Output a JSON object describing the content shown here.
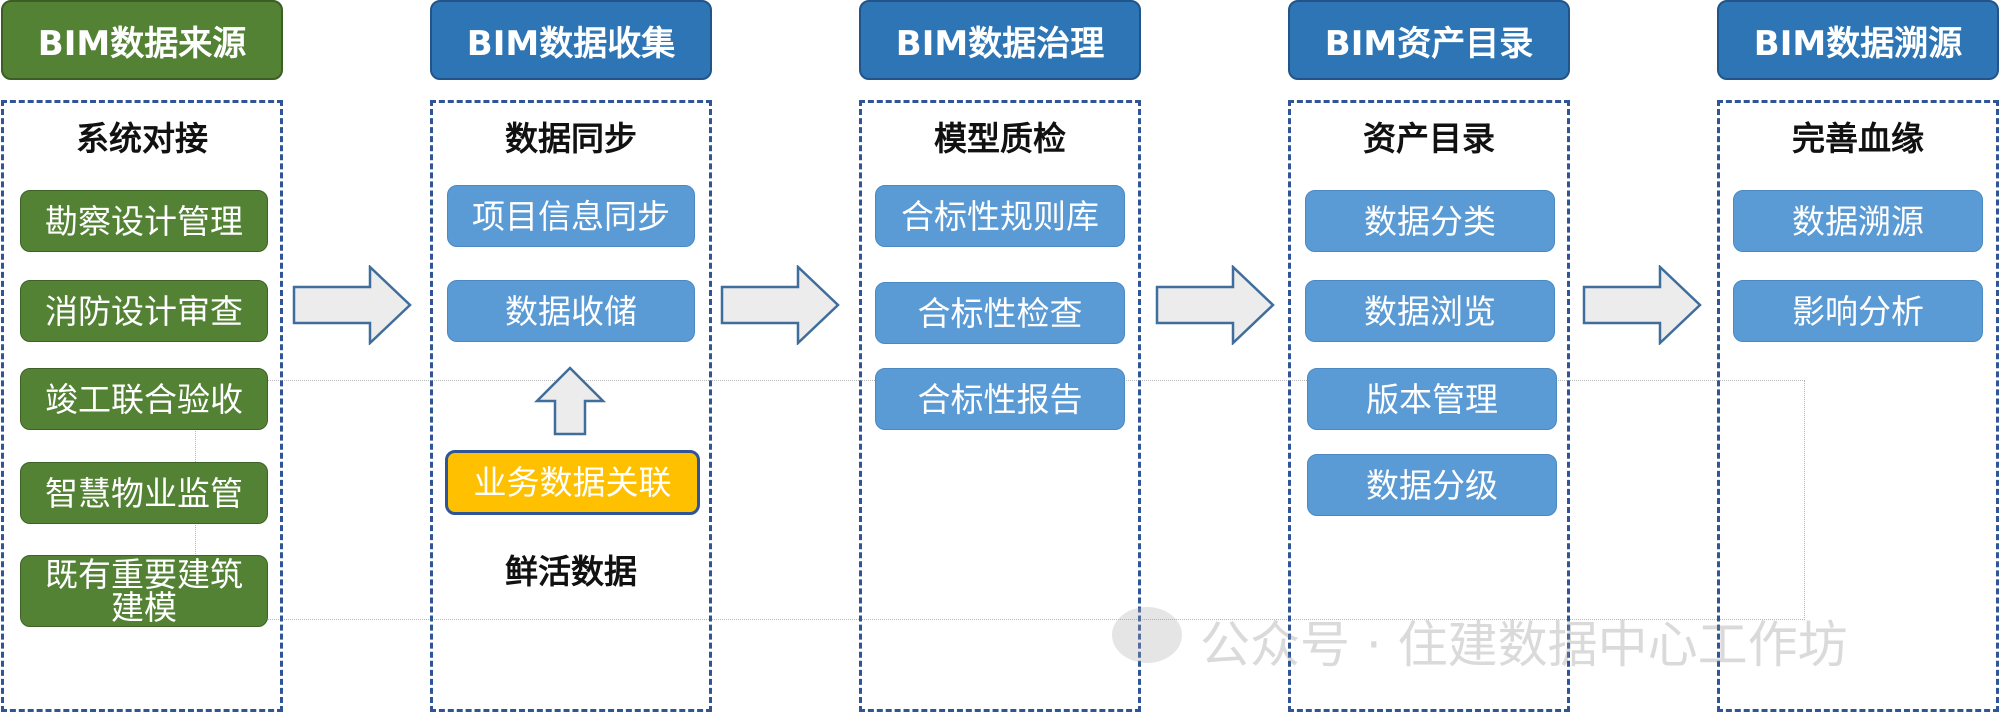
{
  "columns": [
    {
      "header": "BIM数据来源",
      "color": "#548235",
      "subtitle": "系统对接",
      "items": [
        "勘察设计管理",
        "消防设计审查",
        "竣工联合验收",
        "智慧物业监管",
        "既有重要建筑建模"
      ]
    },
    {
      "header": "BIM数据收集",
      "color": "#2e75b6",
      "subtitle": "数据同步",
      "items": [
        "项目信息同步",
        "数据收储"
      ],
      "highlight": "业务数据关联",
      "footer": "鲜活数据"
    },
    {
      "header": "BIM数据治理",
      "color": "#2e75b6",
      "subtitle": "模型质检",
      "items": [
        "合标性规则库",
        "合标性检查",
        "合标性报告"
      ]
    },
    {
      "header": "BIM资产目录",
      "color": "#2e75b6",
      "subtitle": "资产目录",
      "items": [
        "数据分类",
        "数据浏览",
        "版本管理",
        "数据分级"
      ]
    },
    {
      "header": "BIM数据溯源",
      "color": "#2e75b6",
      "subtitle": "完善血缘",
      "items": [
        "数据溯源",
        "影响分析"
      ]
    }
  ],
  "watermark": "公众号 · 住建数据中心工作坊"
}
